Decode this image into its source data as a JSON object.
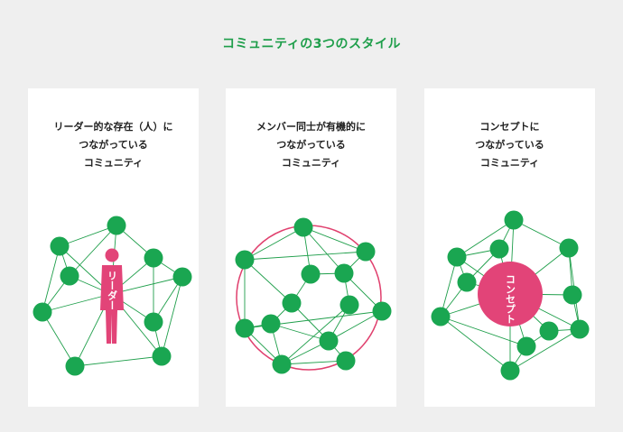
{
  "title": "コミュニティの3つのスタイル",
  "colors": {
    "accent_green": "#1aa651",
    "title_green": "#1e9e4a",
    "accent_pink": "#e24478"
  },
  "cards": [
    {
      "lines": [
        "リーダー的な存在（人）に",
        "つながっている",
        "コミュニティ"
      ],
      "center_label": "リーダー"
    },
    {
      "lines": [
        "メンバー同士が有機的に",
        "つながっている",
        "コミュニティ"
      ]
    },
    {
      "lines": [
        "コンセプトに",
        "つながっている",
        "コミュニティ"
      ],
      "center_label": "コンセプト"
    }
  ]
}
